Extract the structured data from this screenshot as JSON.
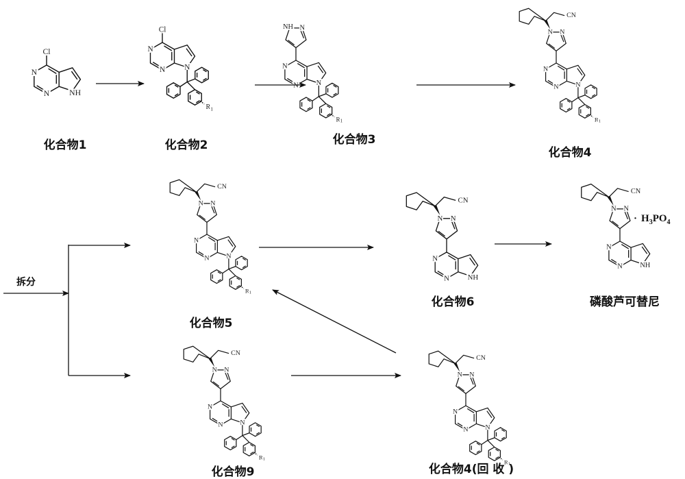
{
  "compounds": {
    "c1": "化合物1",
    "c2": "化合物2",
    "c3": "化合物3",
    "c4": "化合物4",
    "c5": "化合物5",
    "c6": "化合物6",
    "product": "磷酸芦可替尼",
    "c9": "化合物9",
    "c4_recovered": "化合物4(回 收 )"
  },
  "reagent": "拆分",
  "atoms": {
    "Cl": "Cl",
    "N": "N",
    "NH": "NH",
    "CN": "CN",
    "R": "R",
    "r_sub": "1"
  },
  "salt": {
    "dot": "·",
    "H": "H",
    "h_sub": "3",
    "PO": "PO",
    "o_sub": "4"
  }
}
